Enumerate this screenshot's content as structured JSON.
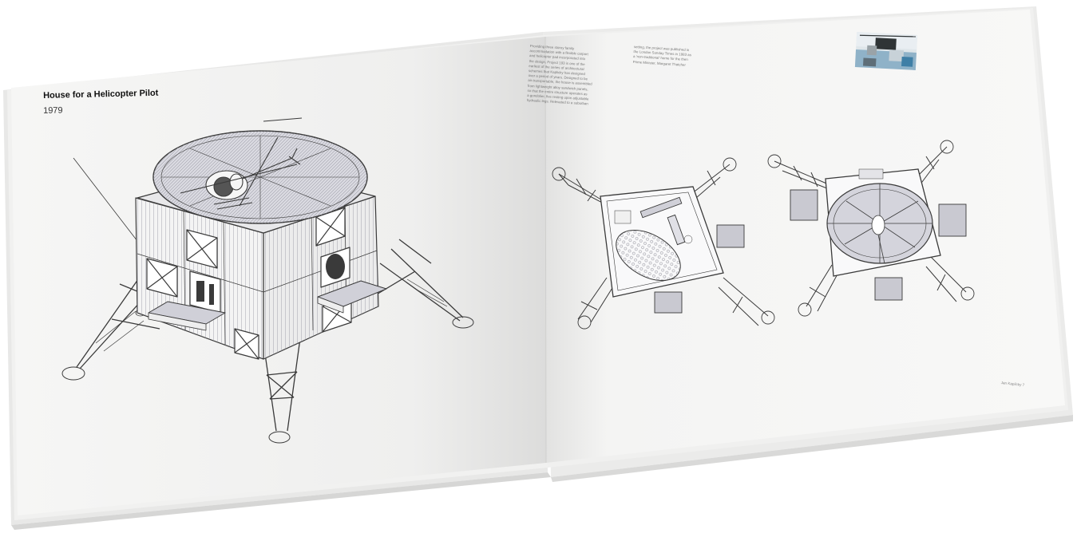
{
  "left_page": {
    "title": "House for a Helicopter Pilot",
    "year": "1979"
  },
  "right_page": {
    "text_column_1": "Providing three storey family\naccommodation with a flexible carport\nand helicopter pad incorporated into\nthe design, Project 193 is one of the\nearliest of the series of architectural\nschemes that Kaplicky has designed\nover a period of years. Designed to be\nair-transportable, the house is assembled\nfrom lightweight alloy sandwich panels,\nso that the entire structure operates as\na gondolier, five resting upon adjustable\nhydraulic legs. Relevated to a suburban",
    "text_column_2": "setting, the project was published in\nthe London Sunday Times in 1983 as\na 'non-traditional' home for the then\nPrime Minister, Margaret Thatcher",
    "footer": "Jan Kaplicky    7"
  },
  "colors": {
    "paper": "#f7f7f6",
    "line": "#3a3a3a",
    "panel_fill": "#c9c9d1"
  }
}
